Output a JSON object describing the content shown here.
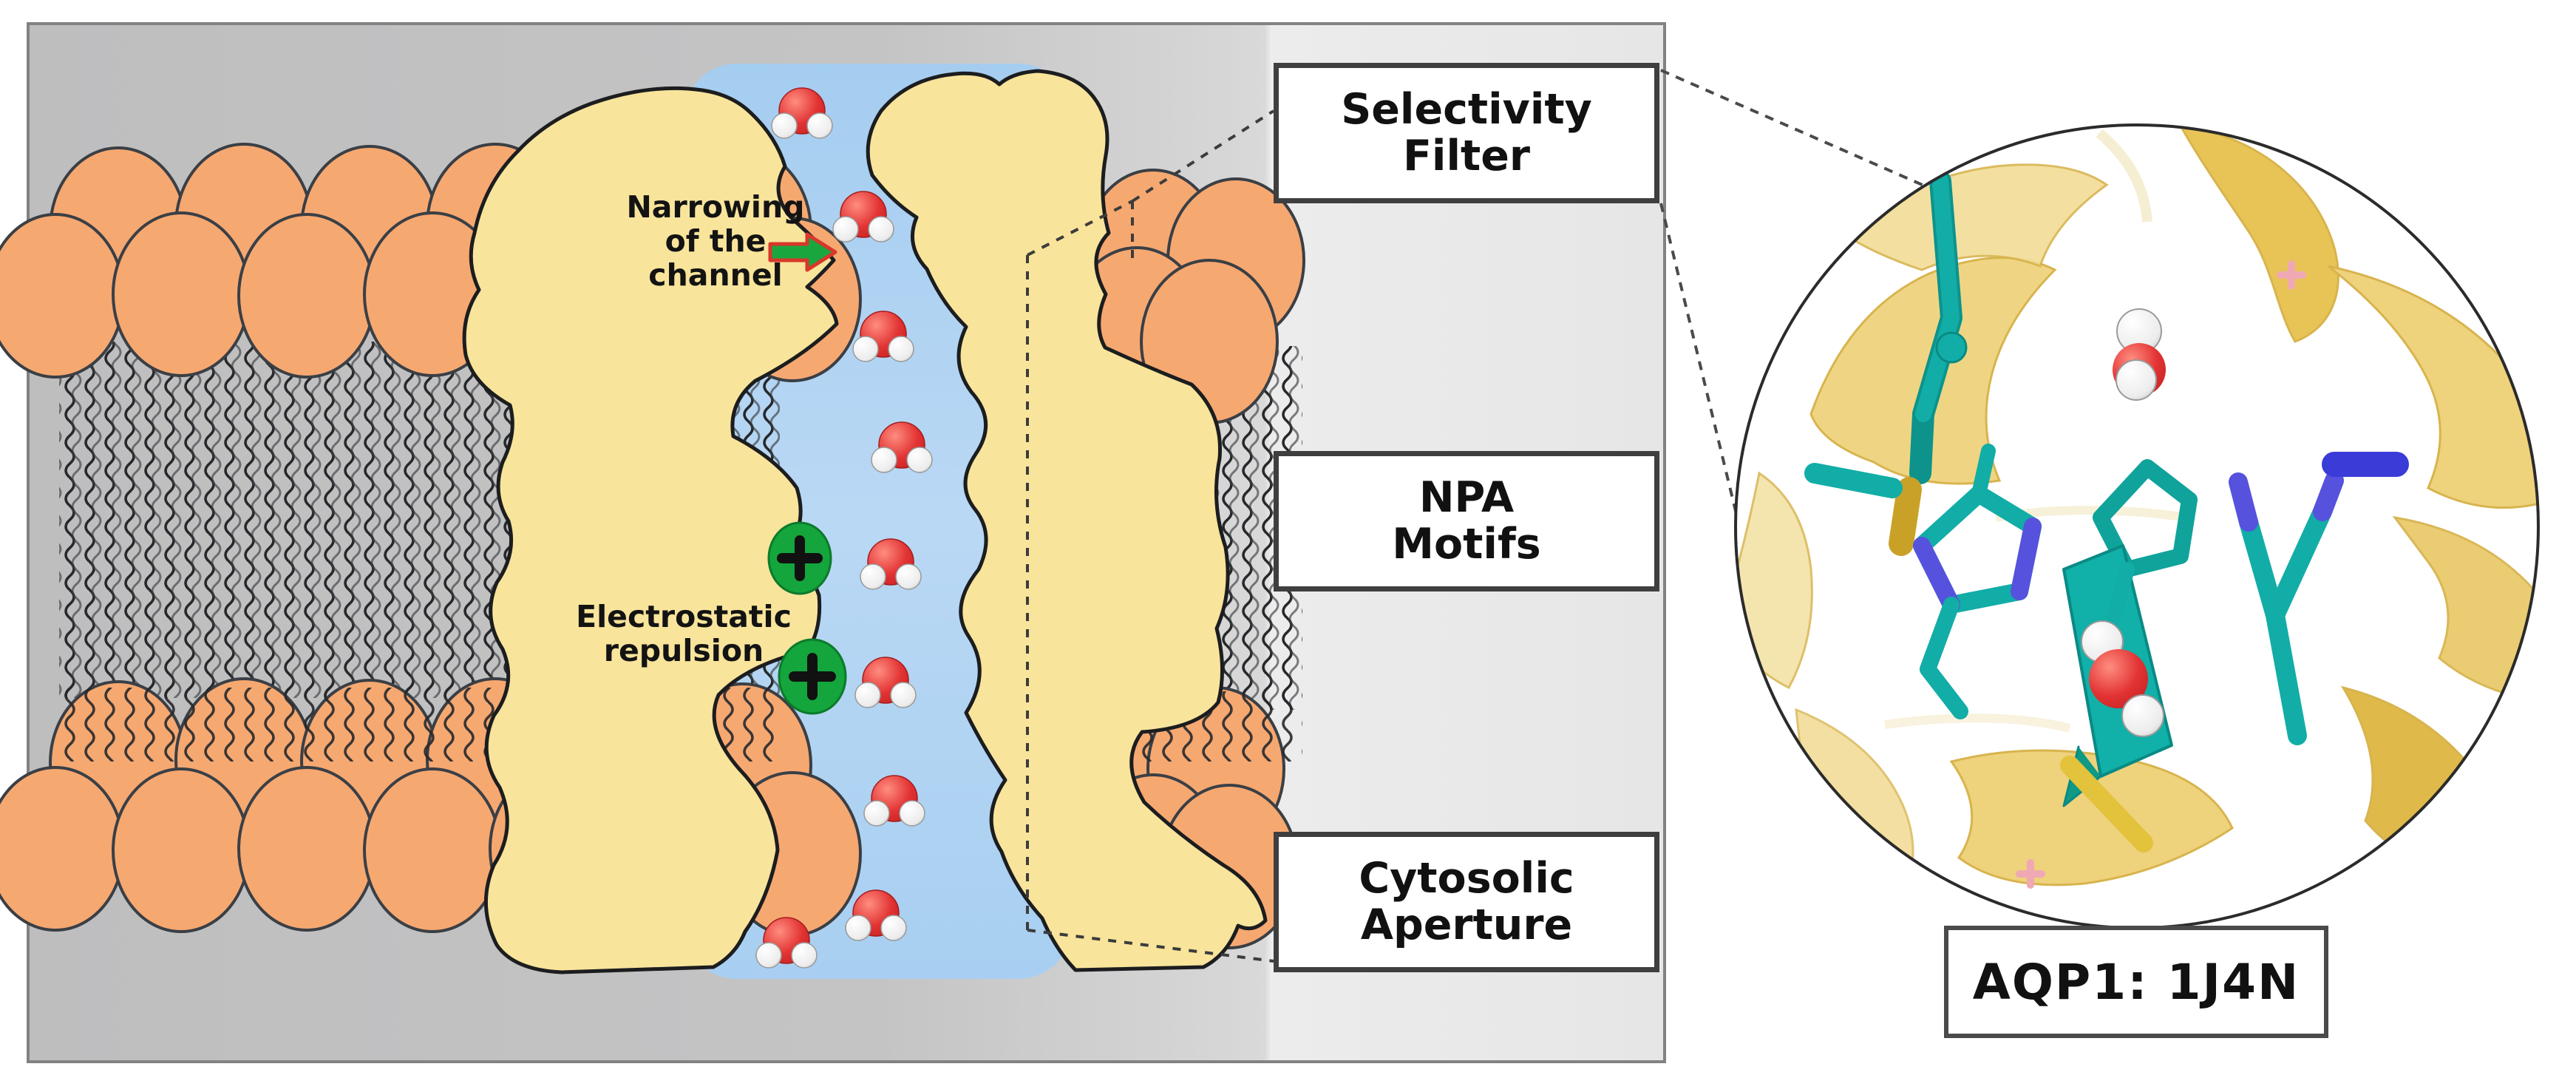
{
  "figure": {
    "annotations": {
      "narrowing_label": "Narrowing\nof the\nchannel",
      "electrostatic_label": "Electrostatic\nrepulsion"
    },
    "callouts": [
      {
        "label": "Selectivity\nFilter"
      },
      {
        "label": "NPA\nMotifs"
      },
      {
        "label": "Cytosolic\nAperture"
      }
    ],
    "inset": {
      "caption": "AQP1: 1J4N"
    },
    "colors": {
      "panel_gray": "#c2c2c3",
      "callout_strip": "#e9e9e9",
      "lipid_head": "#f6a871",
      "lipid_tail": "#26282b",
      "protein_yellow": "#f8e49b",
      "water_channel_blue": "#abd2f2",
      "water_oxygen_red": "#e23333",
      "water_hydrogen_white": "#f2f2f2",
      "positive_charge_green": "#14a53c",
      "flow_arrow_green": "#1aa63e",
      "flow_arrow_outline_red": "#d8372b",
      "ribbon_gold": "#eed47f",
      "stick_teal": "#12ada6",
      "nitrogen_blue": "#5652dd",
      "sulfur_gold": "#c9a127"
    }
  }
}
